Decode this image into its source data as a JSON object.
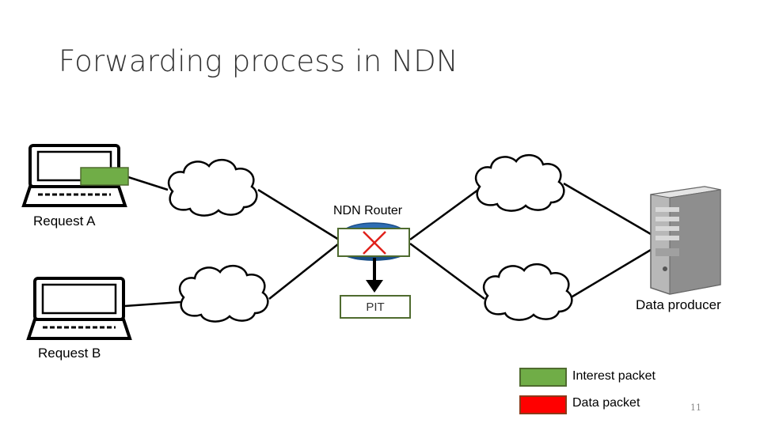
{
  "slide": {
    "title": "Forwarding process in NDN",
    "page_number": "11"
  },
  "diagram": {
    "request_a_label": "Request A",
    "request_b_label": "Request B",
    "router_label": "NDN Router",
    "pit_label": "PIT",
    "producer_label": "Data producer"
  },
  "legend": {
    "interest_label": "Interest packet",
    "interest_color": "#70ad47",
    "data_label": "Data packet",
    "data_color": "#ff0000"
  }
}
